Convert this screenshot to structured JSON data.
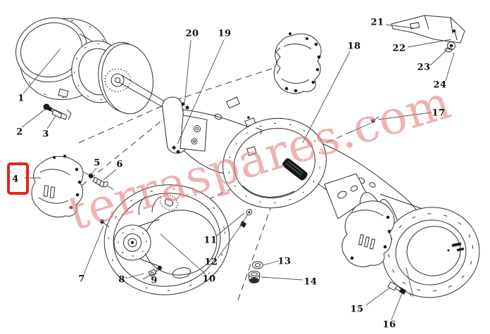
{
  "page": {
    "background": "#ffffff"
  },
  "watermark": {
    "text": "terraspares.com",
    "color": "#e57c7c"
  },
  "highlight_box": {
    "around_label": "4",
    "color": "#e0251c"
  },
  "art": {
    "line_color": "#2e2e2e"
  },
  "callouts": [
    "1",
    "2",
    "3",
    "4",
    "5",
    "6",
    "7",
    "8",
    "9",
    "10",
    "11",
    "12",
    "13",
    "14",
    "15",
    "16",
    "17",
    "18",
    "19",
    "20",
    "21",
    "22",
    "23",
    "24"
  ]
}
